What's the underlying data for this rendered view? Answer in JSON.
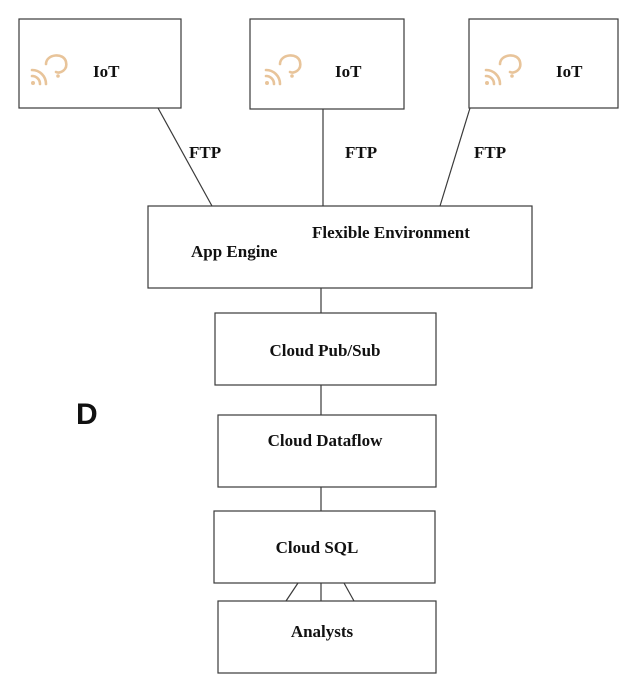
{
  "colors": {
    "icon": "#e8c49a",
    "option_letter": "#7a1218",
    "stroke": "#3a3a3a"
  },
  "option_letter": "D",
  "iot_nodes": [
    {
      "label": "IoT",
      "icon": "wireless-thought-bubble-icon"
    },
    {
      "label": "IoT",
      "icon": "wireless-thought-bubble-icon"
    },
    {
      "label": "IoT",
      "icon": "wireless-thought-bubble-icon"
    }
  ],
  "edge_labels": [
    "FTP",
    "FTP",
    "FTP"
  ],
  "app_engine": {
    "label": "App Engine",
    "sublabel": "Flexible Environment"
  },
  "pipeline": [
    {
      "label": "Cloud Pub/Sub"
    },
    {
      "label": "Cloud Dataflow"
    },
    {
      "label": "Cloud SQL"
    },
    {
      "label": "Analysts"
    }
  ]
}
